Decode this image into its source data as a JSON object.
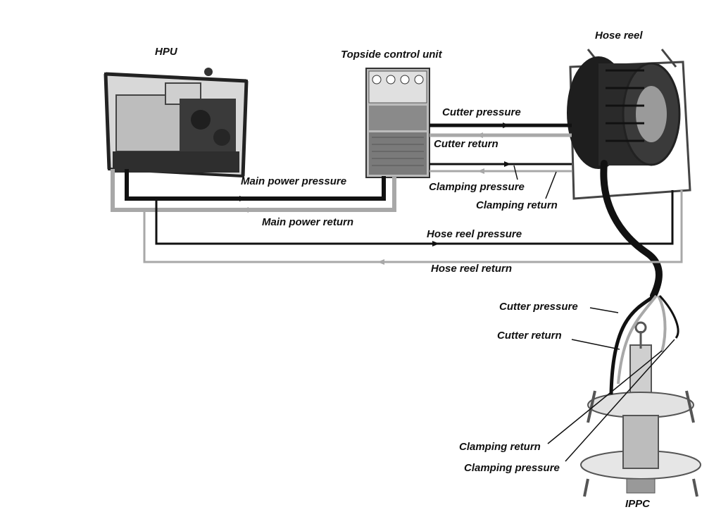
{
  "components": {
    "hpu": "HPU",
    "topside": "Topside control unit",
    "hose_reel": "Hose reel",
    "ippc": "IPPC"
  },
  "connections": {
    "main_power_pressure": "Main power pressure",
    "main_power_return": "Main power return",
    "cutter_pressure_top": "Cutter pressure",
    "cutter_return_top": "Cutter return",
    "clamping_pressure_top": "Clamping pressure",
    "clamping_return_top": "Clamping return",
    "hose_reel_pressure": "Hose reel pressure",
    "hose_reel_return": "Hose reel return",
    "cutter_pressure_bottom": "Cutter pressure",
    "cutter_return_bottom": "Cutter return",
    "clamping_return_bottom": "Clamping return",
    "clamping_pressure_bottom": "Clamping pressure"
  },
  "colors": {
    "pressure_line": "#111111",
    "return_line": "#a8a8a8",
    "equipment_dark": "#2a2a2a",
    "equipment_light": "#c9c9c9"
  }
}
